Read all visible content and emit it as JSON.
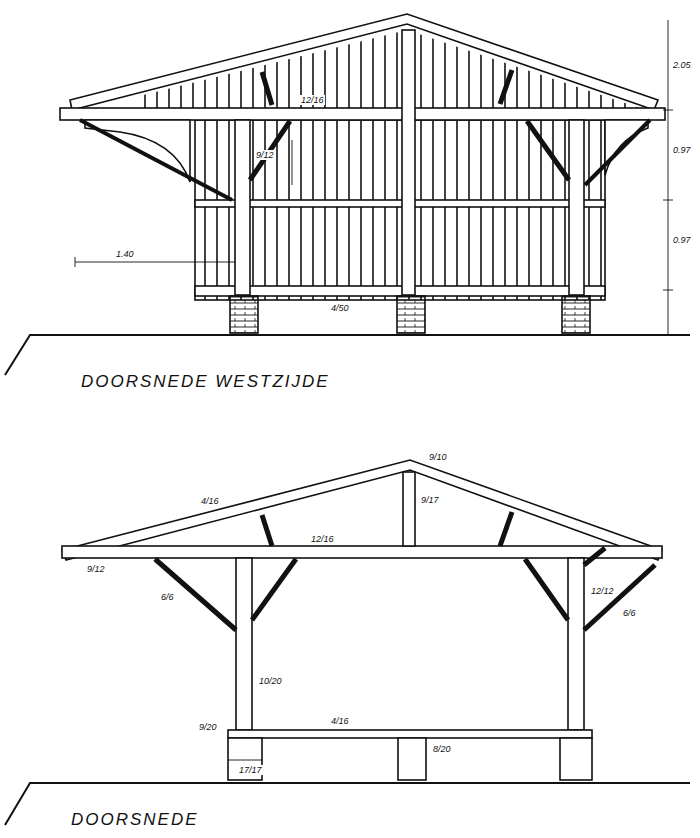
{
  "diagram": {
    "labels": [
      "DOORSNEDE WESTZIJDE",
      "DOORSNEDE",
      "12/16",
      "9/12",
      "1.40",
      "4/50",
      "0.97",
      "0.97",
      "2.05",
      "4/16",
      "9/10",
      "9/17",
      "12/16",
      "9/12",
      "6/6",
      "12/12",
      "10/20",
      "9/20",
      "4/16",
      "8/20",
      "17/17",
      "6/6"
    ]
  }
}
